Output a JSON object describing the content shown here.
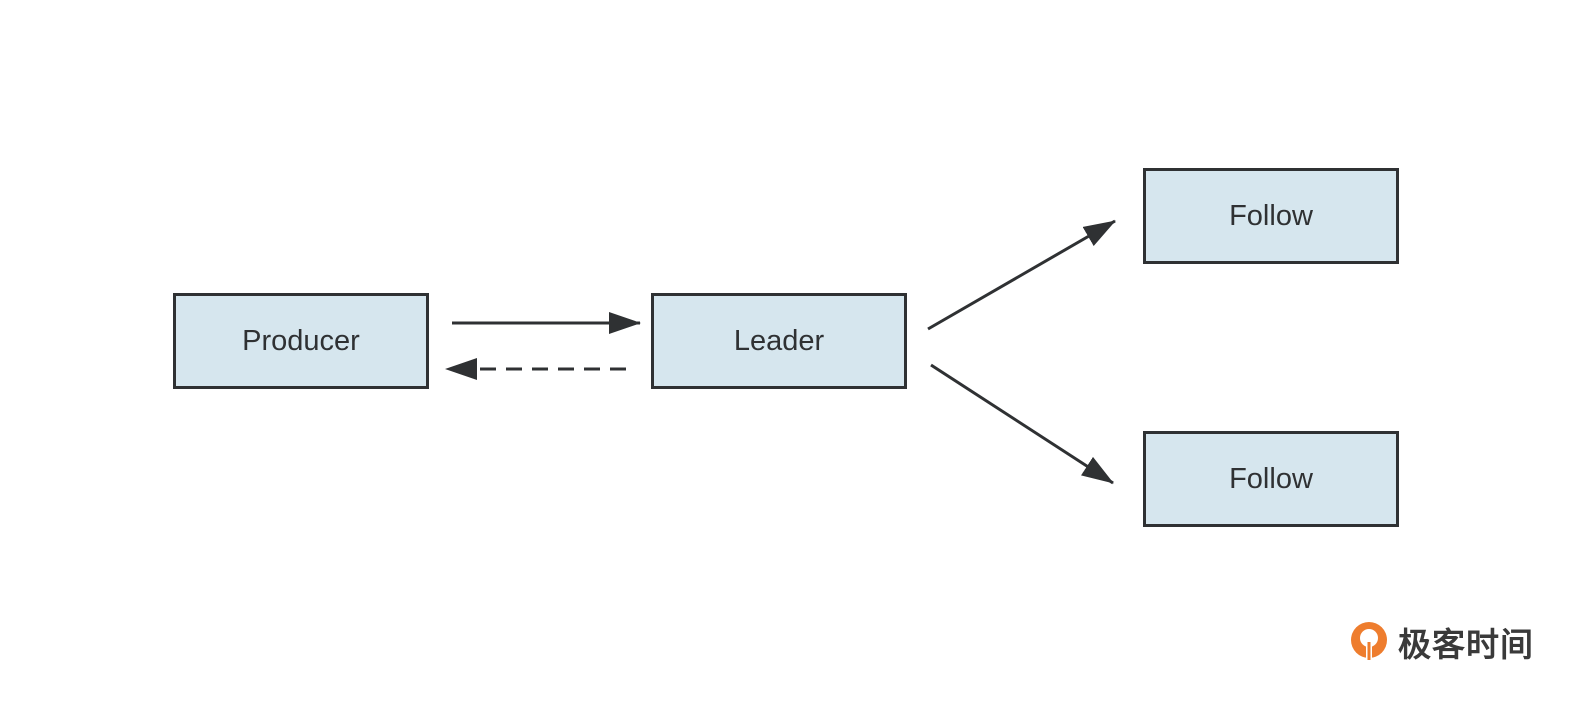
{
  "nodes": {
    "producer": "Producer",
    "leader": "Leader",
    "follow_top": "Follow",
    "follow_bottom": "Follow"
  },
  "edges": [
    {
      "from": "Producer",
      "to": "Leader",
      "style": "solid"
    },
    {
      "from": "Leader",
      "to": "Producer",
      "style": "dashed"
    },
    {
      "from": "Leader",
      "to": "Follow (top)",
      "style": "solid"
    },
    {
      "from": "Leader",
      "to": "Follow (bottom)",
      "style": "solid"
    }
  ],
  "watermark": {
    "text": "极客时间",
    "icon": "geektime-logo-icon",
    "accent_color": "#ee7d2e"
  },
  "colors": {
    "node_fill": "#d6e6ee",
    "node_border": "#2f3133",
    "arrow": "#2f3133"
  }
}
